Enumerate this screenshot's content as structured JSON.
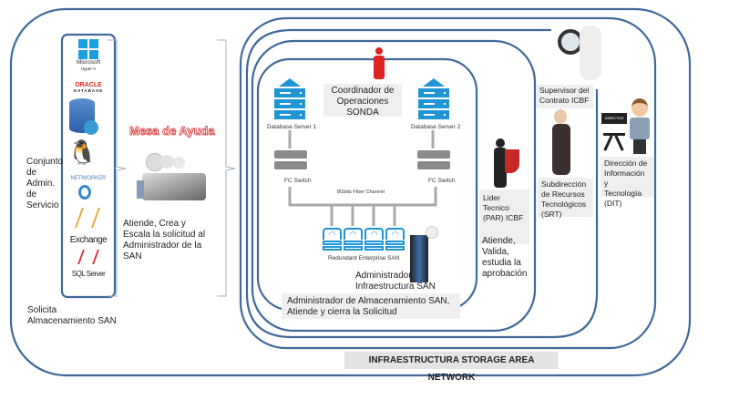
{
  "left": {
    "service_set_label": "Conjunto\nde\nAdmin.\nde\nServicio",
    "request_label": "Solicita\nAlmacenamiento SAN",
    "logos": {
      "microsoft": "Microsoft",
      "hyperv": "Hyper-V",
      "oracle": "ORACLE",
      "database": "DATABASE",
      "networker": "NETWORKER",
      "exchange": "Exchange",
      "sqlserver": "SQL Server"
    }
  },
  "helpdesk": {
    "title": "Mesa de Ayuda",
    "description": "Atiende, Crea y\nEscala la solicitud al\nAdministrador de la\nSAN"
  },
  "san": {
    "coordinator": "Coordinador de\nOperaciones\nSONDA",
    "db_server_1": "Database Server 1",
    "db_server_2": "Database Server 2",
    "fc_switch_1": "FC Switch",
    "fc_switch_2": "FC Switch",
    "fiber_channel": "8Gbits Fiber Channel",
    "storage": "Redundant Enterprise SAN",
    "infra_admin": "Administrador\nInfraestructura SAN",
    "storage_admin": "Administrador  de  Almacenamiento  SAN,\nAtiende y cierra la Solicitud"
  },
  "roles": {
    "lider": "Lider\nTecnico\n(PAR) ICBF",
    "lider_action": "Atiende,\nValida,\nestudia    la\naprobación",
    "supervisor": "Supervisor del\nContrato ICBF",
    "srt": "Subdirección\nde Recursos\nTecnológicos\n(SRT)",
    "dit": "Dirección de\nInformación y\nTecnología\n(DIT)",
    "director_chair": "DIRECTOR"
  },
  "footer": {
    "title": "INFRAESTRUCTURA STORAGE AREA NETWORK"
  },
  "colors": {
    "frame": "#41699a",
    "accent_blue": "#1e95d4",
    "helpdesk_red": "#d9383a",
    "label_bg": "#efefef"
  }
}
